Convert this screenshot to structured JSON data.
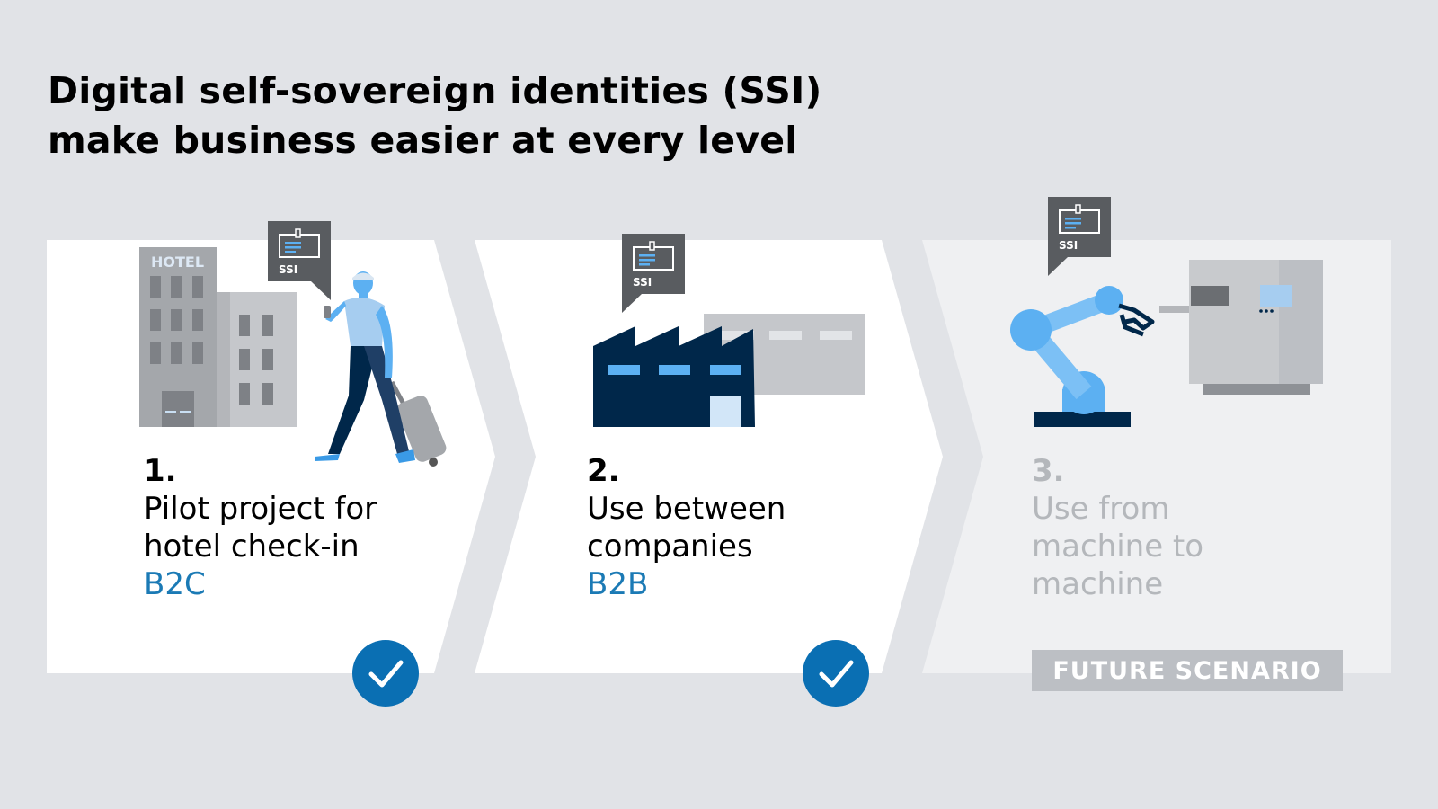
{
  "title": "Digital self-sovereign identities (SSI)\nmake business easier at every level",
  "steps": [
    {
      "number": "1.",
      "text": "Pilot project for\nhotel check-in",
      "tag": "B2C",
      "status": "done"
    },
    {
      "number": "2.",
      "text": "Use between\ncompanies",
      "tag": "B2B",
      "status": "done"
    },
    {
      "number": "3.",
      "text": "Use from\nmachine to\nmachine",
      "tag": "",
      "status": "future"
    }
  ],
  "icons": {
    "hotel_sign": "HOTEL",
    "ssi_label": "SSI"
  },
  "future_badge": "FUTURE SCENARIO",
  "colors": {
    "background": "#e1e3e7",
    "card": "#ffffff",
    "card_future": "#eff0f2",
    "accent_blue": "#1b7ab5",
    "check_circle": "#0a6fb3",
    "dark_navy": "#00274a",
    "light_blue": "#5cb0f2",
    "gray": "#a4a7ab"
  }
}
